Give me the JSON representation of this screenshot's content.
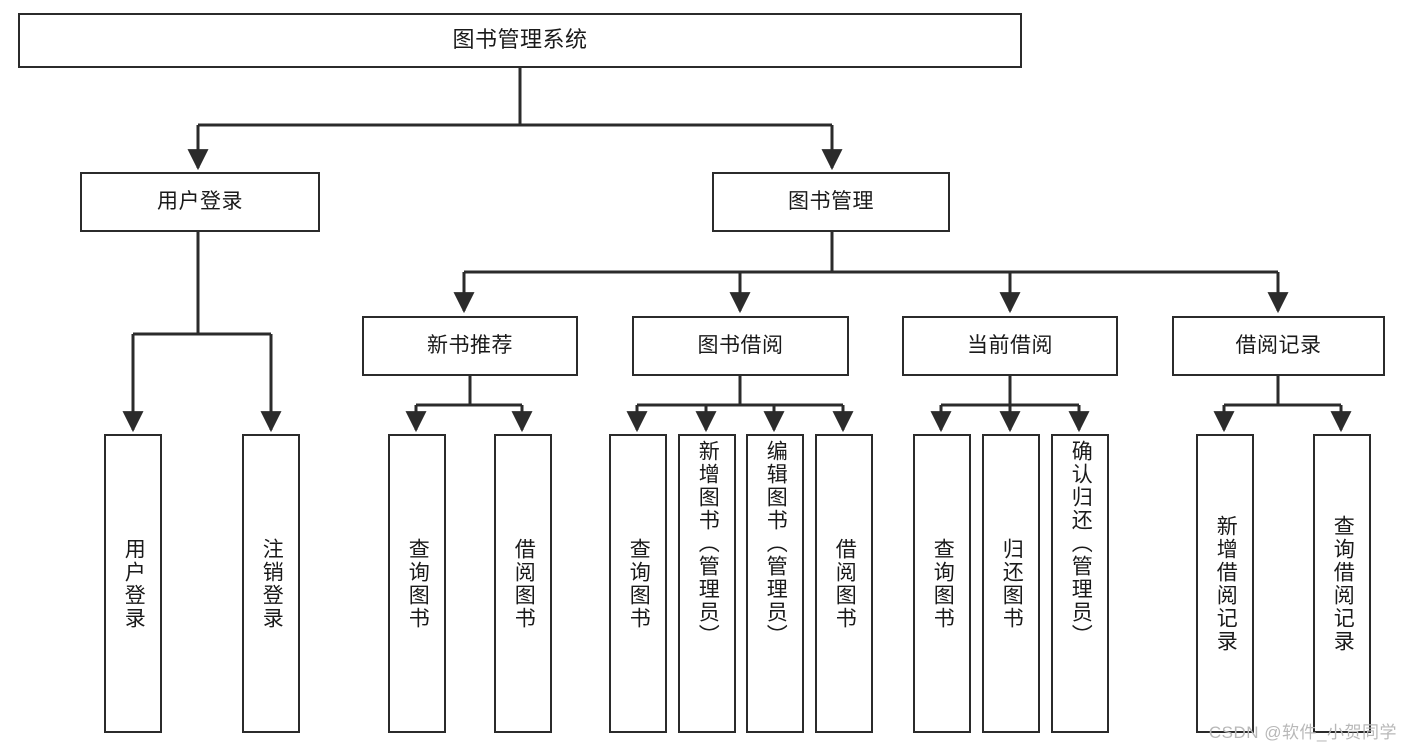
{
  "diagram": {
    "title": "图书管理系统",
    "type": "tree-hierarchy-diagram",
    "root": {
      "label": "图书管理系统"
    },
    "level2": [
      {
        "label": "用户登录"
      },
      {
        "label": "图书管理"
      }
    ],
    "level3": [
      {
        "label": "新书推荐"
      },
      {
        "label": "图书借阅"
      },
      {
        "label": "当前借阅"
      },
      {
        "label": "借阅记录"
      }
    ],
    "leaves": {
      "user_login": [
        {
          "label": "用户登录"
        },
        {
          "label": "注销登录"
        }
      ],
      "new_book_recommend": [
        {
          "label": "查询图书"
        },
        {
          "label": "借阅图书"
        }
      ],
      "book_borrow": [
        {
          "label": "查询图书"
        },
        {
          "label": "新增图书（管理员）"
        },
        {
          "label": "编辑图书（管理员）"
        },
        {
          "label": "借阅图书"
        }
      ],
      "current_borrow": [
        {
          "label": "查询图书"
        },
        {
          "label": "归还图书"
        },
        {
          "label": "确认归还（管理员）"
        }
      ],
      "borrow_record": [
        {
          "label": "新增借阅记录"
        },
        {
          "label": "查询借阅记录"
        }
      ]
    }
  },
  "watermark": {
    "text": "CSDN @软件_小贺同学"
  },
  "colors": {
    "stroke": "#2b2b2b",
    "fill": "#ffffff",
    "text": "#1a1a1a",
    "watermark": "#b8b8b8"
  }
}
